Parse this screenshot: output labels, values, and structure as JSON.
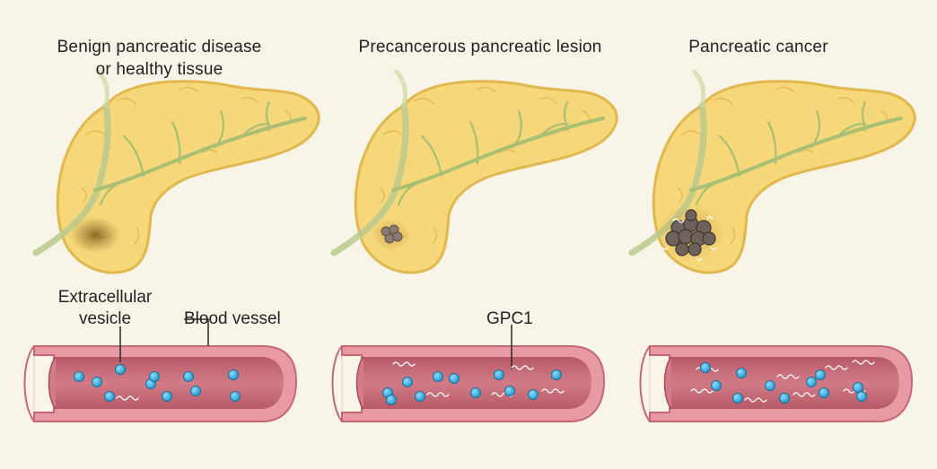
{
  "panels": [
    {
      "title_line1": "Benign pancreatic disease",
      "title_line2": "or healthy tissue"
    },
    {
      "title_line1": "Precancerous pancreatic lesion",
      "title_line2": ""
    },
    {
      "title_line1": "Pancreatic cancer",
      "title_line2": ""
    }
  ],
  "labels": {
    "extracellular_vesicle_line1": "Extracellular",
    "extracellular_vesicle_line2": "vesicle",
    "blood_vessel": "Blood vessel",
    "gpc1": "GPC1"
  },
  "colors": {
    "background": "#f8f4e8",
    "pancreas_fill": "#f6d77a",
    "pancreas_stroke": "#e0b84e",
    "duct": "#b9c98c",
    "vessel_wall": "#e89aa4",
    "vessel_lumen": "#c96a77",
    "vesicle": "#36aee0",
    "tumor": "#6d625c"
  }
}
